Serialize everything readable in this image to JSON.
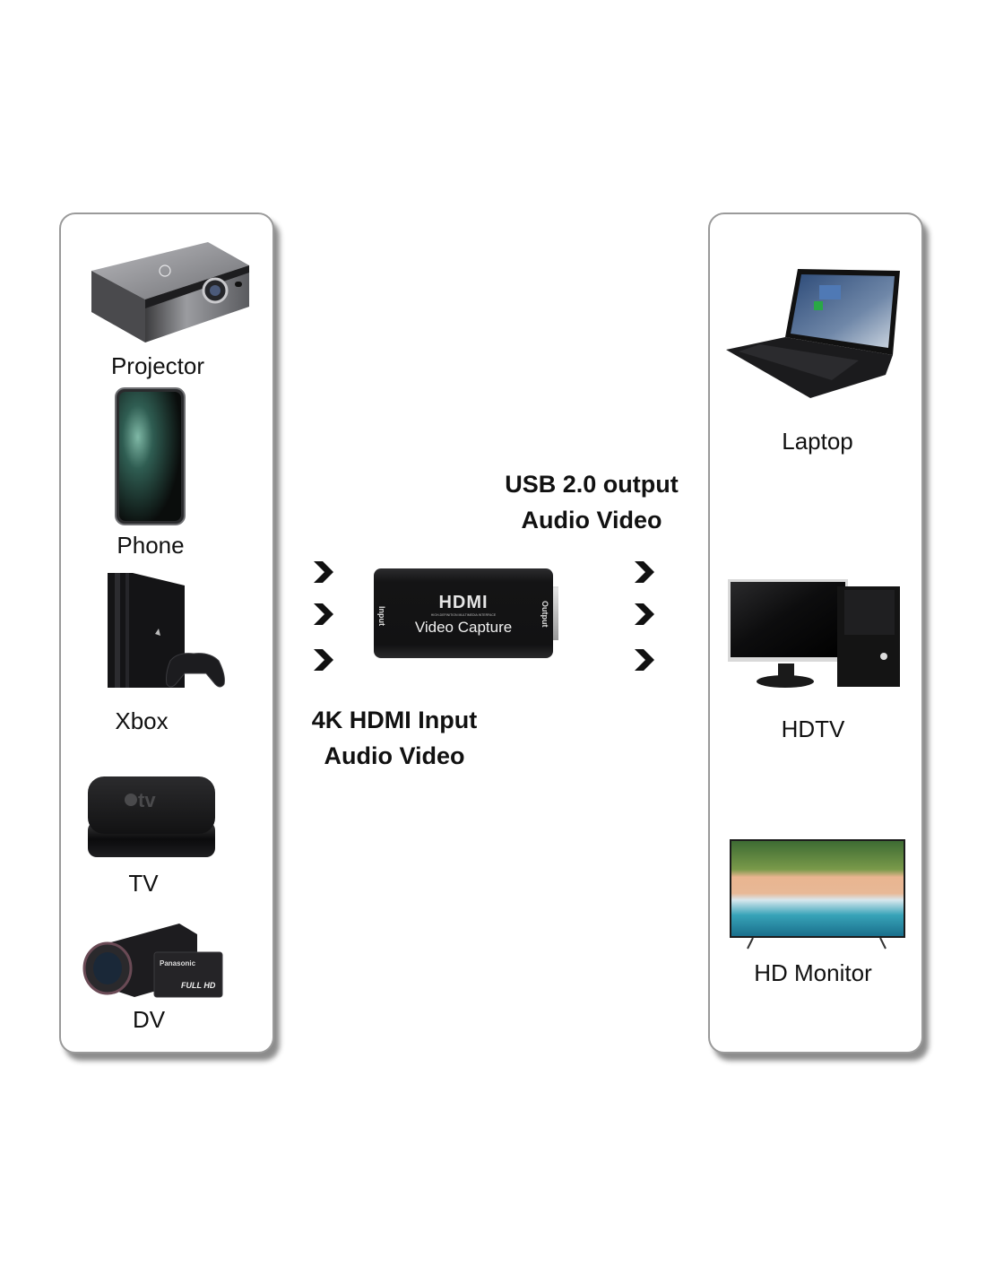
{
  "input_devices": [
    {
      "label": "Projector",
      "icon": "projector-icon"
    },
    {
      "label": "Phone",
      "icon": "phone-icon"
    },
    {
      "label": "Xbox",
      "icon": "game-console-icon"
    },
    {
      "label": "TV",
      "icon": "tv-box-icon"
    },
    {
      "label": "DV",
      "icon": "camcorder-icon"
    }
  ],
  "output_devices": [
    {
      "label": "Laptop",
      "icon": "laptop-icon"
    },
    {
      "label": "HDTV",
      "icon": "desktop-computer-icon"
    },
    {
      "label": "HD Monitor",
      "icon": "hd-monitor-icon"
    }
  ],
  "center": {
    "output_caption_line1": "USB 2.0 output",
    "output_caption_line2": "Audio Video",
    "input_caption_line1": "4K HDMI Input",
    "input_caption_line2": "Audio Video",
    "device": {
      "brand": "HDMI",
      "subtitle": "HIGH-DEFINITION MULTIMEDIA INTERFACE",
      "name": "Video Capture",
      "input_port": "Input",
      "output_port": "Output"
    }
  },
  "product_marks": {
    "tv_box": "tv",
    "camcorder_brand": "Panasonic",
    "camcorder_badge": "FULL HD"
  },
  "colors": {
    "panel_border": "#9a9a9a",
    "device_body": "#1a1a1a",
    "text": "#111111"
  }
}
